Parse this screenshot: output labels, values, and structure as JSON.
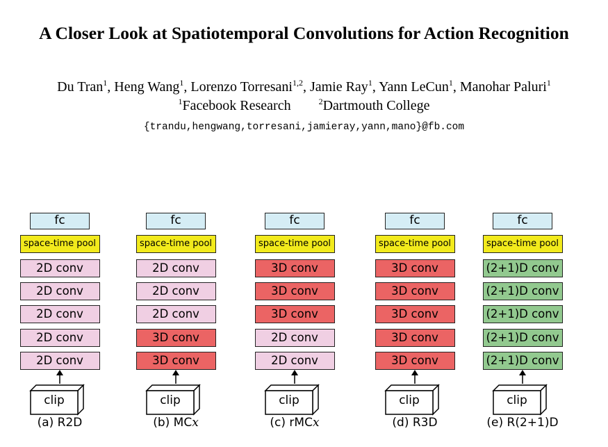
{
  "paper": {
    "title": "A Closer Look at Spatiotemporal Convolutions for Action Recognition",
    "authors": [
      {
        "name": "Du Tran",
        "aff": "1",
        "sep": ", "
      },
      {
        "name": "Heng Wang",
        "aff": "1",
        "sep": ", "
      },
      {
        "name": "Lorenzo Torresani",
        "aff": "1,2",
        "sep": ", "
      },
      {
        "name": "Jamie Ray",
        "aff": "1",
        "sep": ", "
      },
      {
        "name": "Yann LeCun",
        "aff": "1",
        "sep": ", "
      },
      {
        "name": "Manohar Paluri",
        "aff": "1",
        "sep": ""
      }
    ],
    "affiliations": [
      {
        "num": "1",
        "name": "Facebook Research"
      },
      {
        "num": "2",
        "name": "Dartmouth College"
      }
    ],
    "emails": "{trandu,hengwang,torresani,jamieray,yann,mano}@fb.com"
  },
  "figure": {
    "columns": [
      {
        "caption": "(a) R2D",
        "fc": "fc",
        "pool": "space-time pool",
        "clip": "clip",
        "layers": [
          {
            "label": "2D conv",
            "kind": "2d"
          },
          {
            "label": "2D conv",
            "kind": "2d"
          },
          {
            "label": "2D conv",
            "kind": "2d"
          },
          {
            "label": "2D conv",
            "kind": "2d"
          },
          {
            "label": "2D conv",
            "kind": "2d"
          }
        ]
      },
      {
        "caption": "(b) MC",
        "caption_var": "x",
        "fc": "fc",
        "pool": "space-time pool",
        "clip": "clip",
        "layers": [
          {
            "label": "2D conv",
            "kind": "2d"
          },
          {
            "label": "2D conv",
            "kind": "2d"
          },
          {
            "label": "2D conv",
            "kind": "2d"
          },
          {
            "label": "3D conv",
            "kind": "3d"
          },
          {
            "label": "3D conv",
            "kind": "3d"
          }
        ]
      },
      {
        "caption": "(c) rMC",
        "caption_var": "x",
        "fc": "fc",
        "pool": "space-time pool",
        "clip": "clip",
        "layers": [
          {
            "label": "3D conv",
            "kind": "3d"
          },
          {
            "label": "3D conv",
            "kind": "3d"
          },
          {
            "label": "3D conv",
            "kind": "3d"
          },
          {
            "label": "2D conv",
            "kind": "2d"
          },
          {
            "label": "2D conv",
            "kind": "2d"
          }
        ]
      },
      {
        "caption": "(d) R3D",
        "fc": "fc",
        "pool": "space-time pool",
        "clip": "clip",
        "layers": [
          {
            "label": "3D conv",
            "kind": "3d"
          },
          {
            "label": "3D conv",
            "kind": "3d"
          },
          {
            "label": "3D conv",
            "kind": "3d"
          },
          {
            "label": "3D conv",
            "kind": "3d"
          },
          {
            "label": "3D conv",
            "kind": "3d"
          }
        ]
      },
      {
        "caption": "(e) R(2+1)D",
        "fc": "fc",
        "pool": "space-time pool",
        "clip": "clip",
        "layers": [
          {
            "label": "(2+1)D conv",
            "kind": "21d"
          },
          {
            "label": "(2+1)D conv",
            "kind": "21d"
          },
          {
            "label": "(2+1)D conv",
            "kind": "21d"
          },
          {
            "label": "(2+1)D conv",
            "kind": "21d"
          },
          {
            "label": "(2+1)D conv",
            "kind": "21d"
          }
        ]
      }
    ],
    "colors": {
      "fc": "#d5edf5",
      "pool": "#f2ea1c",
      "conv2d": "#f0cfe3",
      "conv3d": "#eb6464",
      "conv21d": "#92c98f"
    }
  }
}
